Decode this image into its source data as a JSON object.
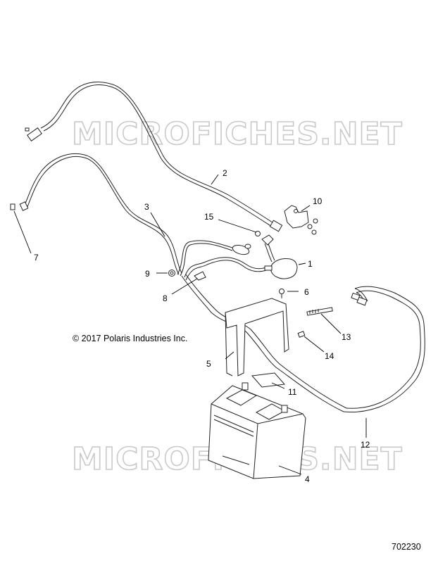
{
  "watermark": {
    "text": "MICROFICHES.NET"
  },
  "copyright": "© 2017 Polaris Industries Inc.",
  "diagram_number": "702230",
  "callouts": [
    {
      "id": "1",
      "label": "1"
    },
    {
      "id": "2",
      "label": "2"
    },
    {
      "id": "3",
      "label": "3"
    },
    {
      "id": "4",
      "label": "4"
    },
    {
      "id": "5",
      "label": "5"
    },
    {
      "id": "6",
      "label": "6"
    },
    {
      "id": "7",
      "label": "7"
    },
    {
      "id": "8",
      "label": "8"
    },
    {
      "id": "9",
      "label": "9"
    },
    {
      "id": "10",
      "label": "10"
    },
    {
      "id": "11",
      "label": "11"
    },
    {
      "id": "12",
      "label": "12"
    },
    {
      "id": "13",
      "label": "13"
    },
    {
      "id": "14",
      "label": "14"
    },
    {
      "id": "15",
      "label": "15"
    }
  ]
}
